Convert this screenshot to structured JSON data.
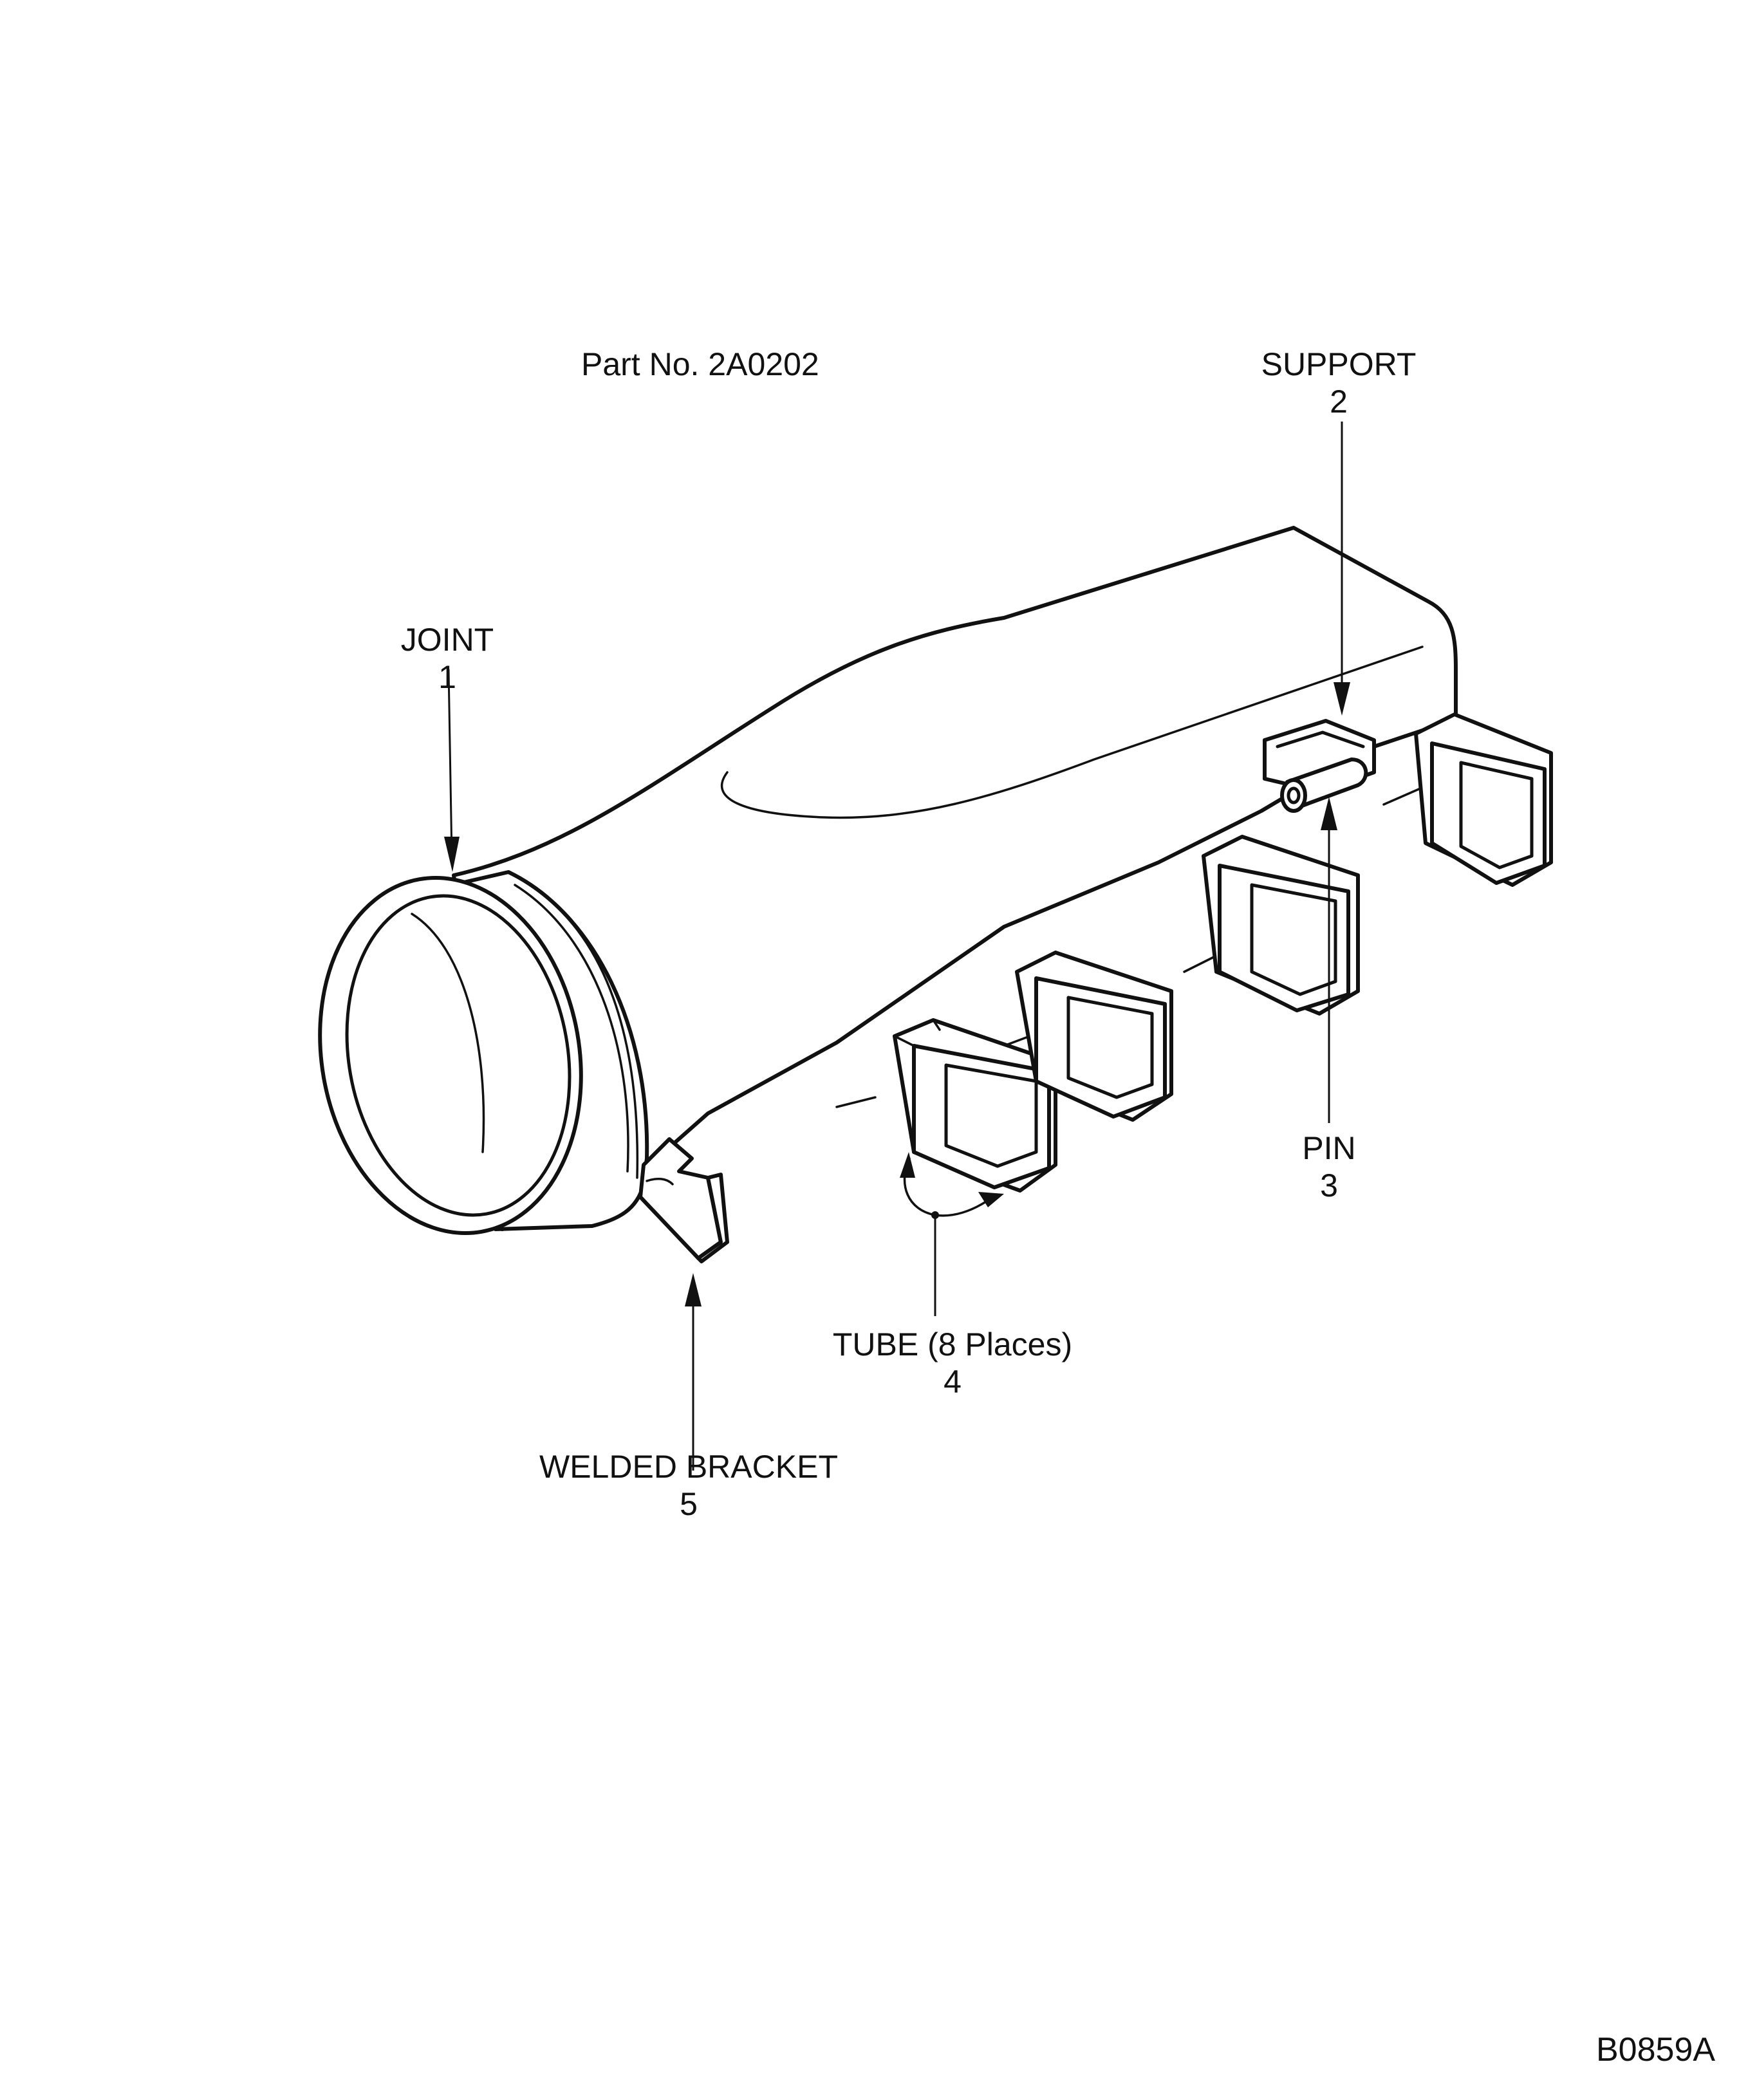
{
  "part_number": "Part No. 2A0202",
  "callouts": [
    {
      "key": "joint",
      "name": "JOINT",
      "number": "1"
    },
    {
      "key": "support",
      "name": "SUPPORT",
      "number": "2"
    },
    {
      "key": "pin",
      "name": "PIN",
      "number": "3"
    },
    {
      "key": "tube",
      "name": "TUBE (8 Places)",
      "number": "4"
    },
    {
      "key": "bracket",
      "name": "WELDED BRACKET",
      "number": "5"
    }
  ],
  "figure_code": "B0859A"
}
